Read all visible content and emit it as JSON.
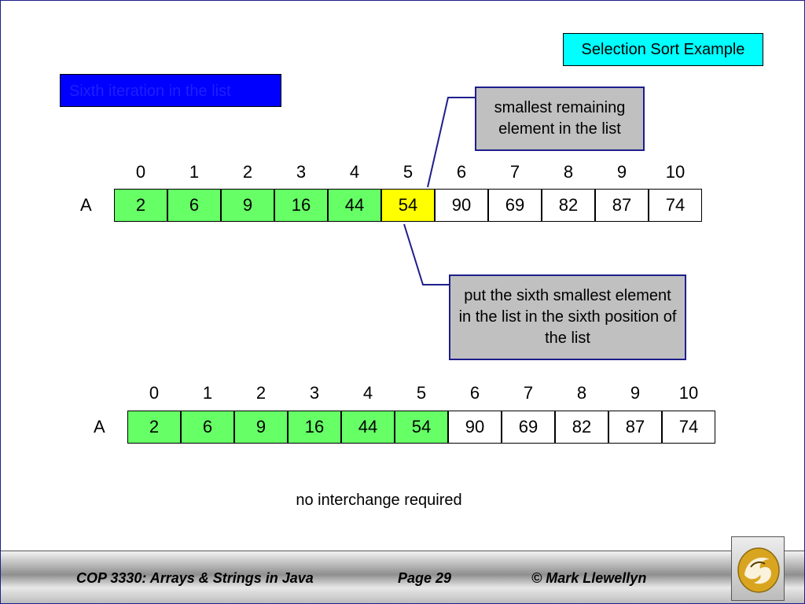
{
  "slide_title": "Selection Sort Example",
  "iteration_label": "Sixth iteration in the list",
  "callouts": {
    "top": "smallest remaining element in the list",
    "bottom": "put the sixth smallest element in the list in the sixth position of the list"
  },
  "arrays": [
    {
      "label": "A",
      "indices": [
        "0",
        "1",
        "2",
        "3",
        "4",
        "5",
        "6",
        "7",
        "8",
        "9",
        "10"
      ],
      "values": [
        "2",
        "6",
        "9",
        "16",
        "44",
        "54",
        "90",
        "69",
        "82",
        "87",
        "74"
      ],
      "states": [
        "sorted",
        "sorted",
        "sorted",
        "sorted",
        "sorted",
        "selected",
        "unsorted",
        "unsorted",
        "unsorted",
        "unsorted",
        "unsorted"
      ]
    },
    {
      "label": "A",
      "indices": [
        "0",
        "1",
        "2",
        "3",
        "4",
        "5",
        "6",
        "7",
        "8",
        "9",
        "10"
      ],
      "values": [
        "2",
        "6",
        "9",
        "16",
        "44",
        "54",
        "90",
        "69",
        "82",
        "87",
        "74"
      ],
      "states": [
        "sorted",
        "sorted",
        "sorted",
        "sorted",
        "sorted",
        "sorted",
        "unsorted",
        "unsorted",
        "unsorted",
        "unsorted",
        "unsorted"
      ]
    }
  ],
  "state_colors": {
    "sorted": "#66ff66",
    "selected": "#ffff00",
    "unsorted": "#ffffff"
  },
  "note": "no interchange required",
  "footer": {
    "course": "COP 3330:  Arrays & Strings in Java",
    "page": "Page 29",
    "author": "© Mark Llewellyn"
  },
  "logo_icon": "pegasus-logo-icon"
}
